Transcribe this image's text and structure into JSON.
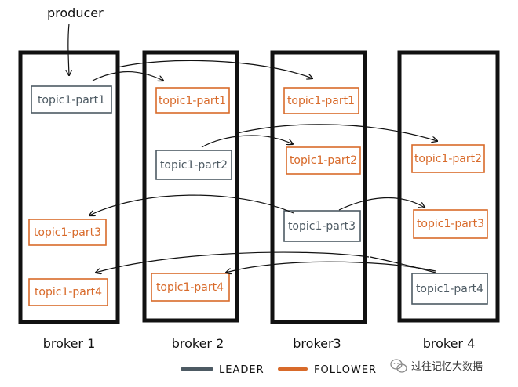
{
  "colors": {
    "leader": "#4d5a63",
    "follower": "#d86a2a",
    "ink": "#111111"
  },
  "producer": "producer",
  "brokers": [
    {
      "label": "broker 1",
      "partitions": [
        {
          "text": "topic1-part1",
          "role": "leader"
        },
        {
          "text": "topic1-part3",
          "role": "follower"
        },
        {
          "text": "topic1-part4",
          "role": "follower"
        }
      ]
    },
    {
      "label": "broker 2",
      "partitions": [
        {
          "text": "topic1-part1",
          "role": "follower"
        },
        {
          "text": "topic1-part2",
          "role": "leader"
        },
        {
          "text": "topic1-part4",
          "role": "follower"
        }
      ]
    },
    {
      "label": "broker3",
      "partitions": [
        {
          "text": "topic1-part1",
          "role": "follower"
        },
        {
          "text": "topic1-part2",
          "role": "follower"
        },
        {
          "text": "topic1-part3",
          "role": "leader"
        }
      ]
    },
    {
      "label": "broker 4",
      "partitions": [
        {
          "text": "topic1-part2",
          "role": "follower"
        },
        {
          "text": "topic1-part3",
          "role": "follower"
        },
        {
          "text": "topic1-part4",
          "role": "leader"
        }
      ]
    }
  ],
  "legend": {
    "leader": "LEADER",
    "follower": "FOLLOWER"
  },
  "watermark": "过往记忆大数据"
}
